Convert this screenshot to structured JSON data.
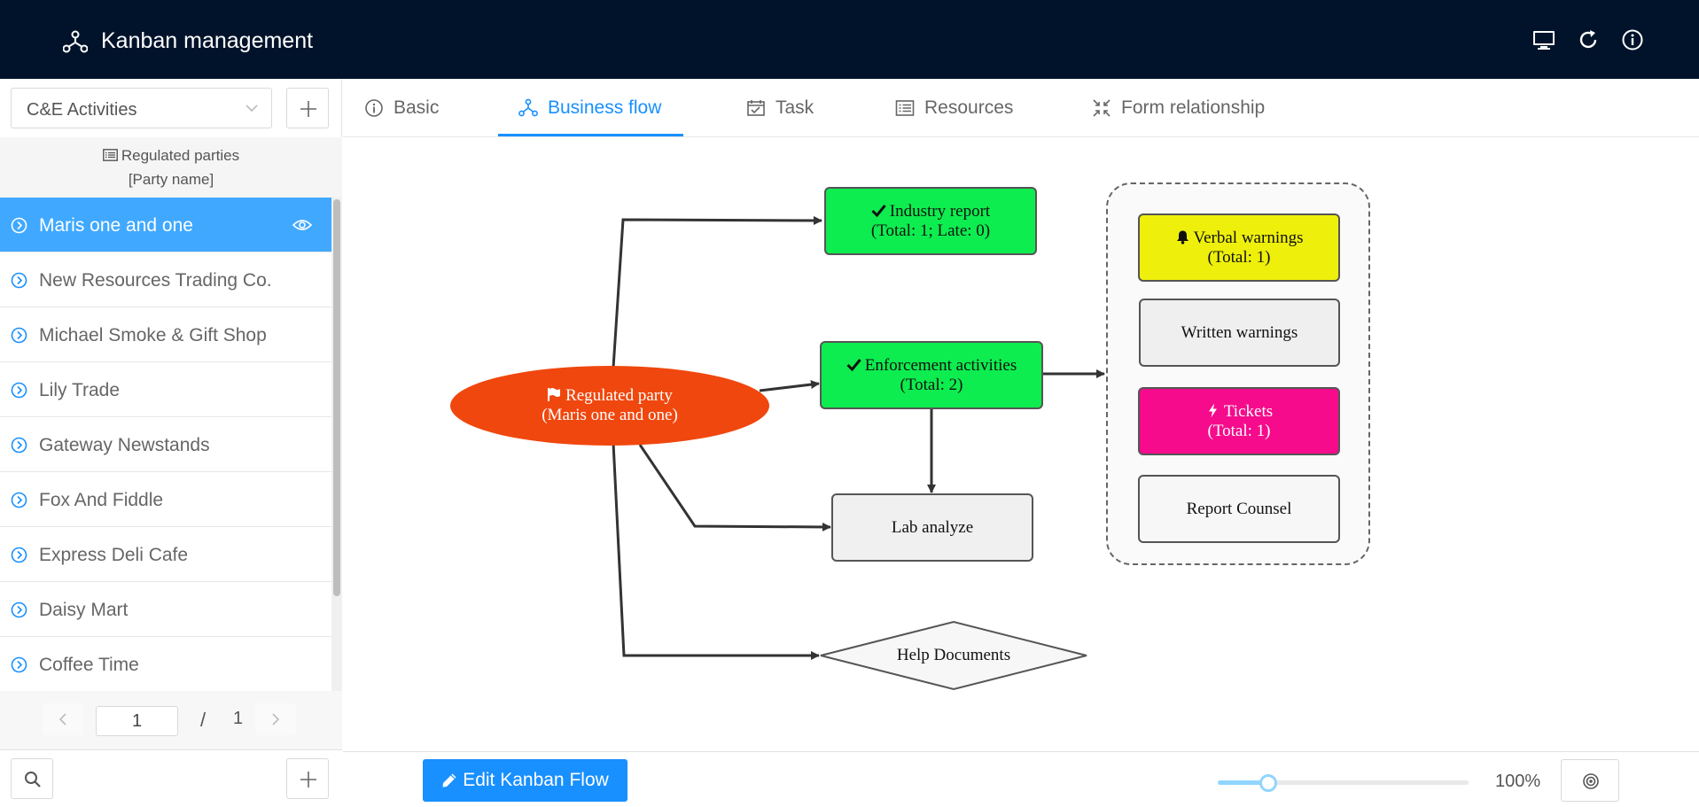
{
  "header": {
    "title": "Kanban management",
    "icons": [
      "network-icon",
      "monitor-icon",
      "refresh-icon",
      "info-icon"
    ]
  },
  "sidebar": {
    "select_value": "C&E Activities",
    "list_header": {
      "title": "Regulated parties",
      "subtitle": "[Party name]"
    },
    "items": [
      {
        "label": "Maris one and one",
        "active": true
      },
      {
        "label": "New Resources Trading Co.",
        "active": false
      },
      {
        "label": "Michael Smoke & Gift Shop",
        "active": false
      },
      {
        "label": "Lily Trade",
        "active": false
      },
      {
        "label": "Gateway Newstands",
        "active": false
      },
      {
        "label": "Fox And Fiddle",
        "active": false
      },
      {
        "label": "Express Deli Cafe",
        "active": false
      },
      {
        "label": "Daisy Mart",
        "active": false
      },
      {
        "label": "Coffee Time",
        "active": false
      }
    ],
    "pagination": {
      "current": "1",
      "separator": "/",
      "total": "1"
    }
  },
  "tabs": [
    {
      "label": "Basic",
      "icon": "info-circle-icon"
    },
    {
      "label": "Business flow",
      "icon": "network-icon",
      "active": true
    },
    {
      "label": "Task",
      "icon": "calendar-icon"
    },
    {
      "label": "Resources",
      "icon": "list-icon"
    },
    {
      "label": "Form relationship",
      "icon": "compress-icon"
    }
  ],
  "flow": {
    "root": {
      "line1": "Regulated party",
      "line2": "(Maris one and one)",
      "color": "#f0470e"
    },
    "industry_report": {
      "line1": "Industry report",
      "line2": "(Total: 1; Late: 0)",
      "color": "#0ded4f"
    },
    "enforcement": {
      "line1": "Enforcement activities",
      "line2": "(Total: 2)",
      "color": "#0ded4f"
    },
    "lab_analyze": {
      "line1": "Lab analyze",
      "color": "#f0f0f0"
    },
    "help_documents": {
      "line1": "Help Documents",
      "color": "#f7f7f7"
    },
    "verbal_warnings": {
      "line1": "Verbal warnings",
      "line2": "(Total: 1)",
      "color": "#eef00c"
    },
    "written_warnings": {
      "line1": "Written warnings",
      "color": "#efefef"
    },
    "tickets": {
      "line1": "Tickets",
      "line2": "(Total: 1)",
      "color": "#f50b8b"
    },
    "report_counsel": {
      "line1": "Report Counsel",
      "color": "#f7f7f7"
    }
  },
  "bottom": {
    "edit_label": "Edit Kanban Flow",
    "zoom_text": "100%",
    "zoom_fraction": 0.2
  },
  "colors": {
    "accent": "#1890ff",
    "topbar": "#01132b",
    "selected_row": "#40a9ff"
  }
}
